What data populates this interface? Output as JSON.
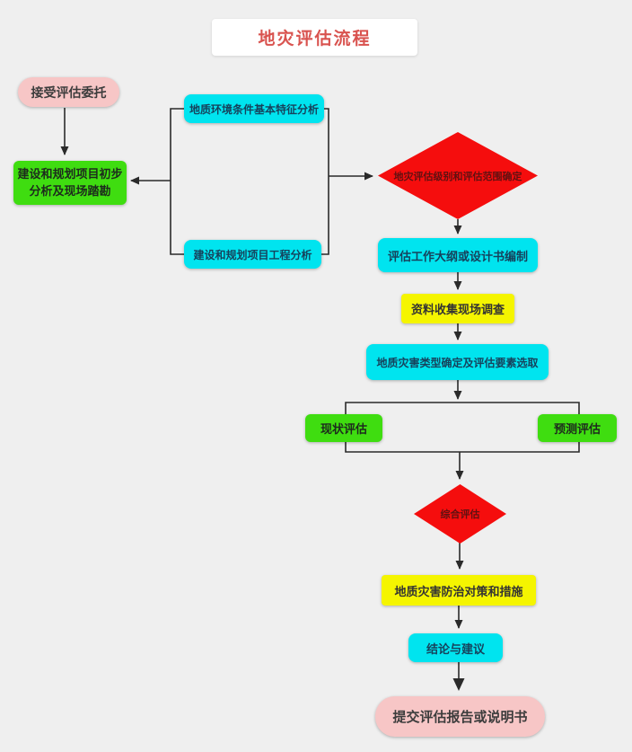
{
  "title": "地灾评估流程",
  "nodes": {
    "start": "接受评估委托",
    "initial_analysis": "建设和规划项目初步分析及现场踏勘",
    "geo_env_analysis": "地质环境条件基本特征分析",
    "project_engineering_analysis": "建设和规划项目工程分析",
    "level_scope_decision": "地灾评估级别和评估范围确定",
    "work_outline": "评估工作大纲或设计书编制",
    "data_collection": "资料收集现场调查",
    "hazard_type_selection": "地质灾害类型确定及评估要素选取",
    "current_assessment": "现状评估",
    "prediction_assessment": "预测评估",
    "comprehensive_assessment": "综合评估",
    "prevention_measures": "地质灾害防治对策和措施",
    "conclusion": "结论与建议",
    "end": "提交评估报告或说明书"
  },
  "colors": {
    "background": "#efefef",
    "terminal_pink": "#f7c6c6",
    "process_green": "#3fdd10",
    "process_cyan": "#00e4ef",
    "process_yellow": "#f5f500",
    "decision_red": "#f50d0d",
    "connector": "#2a2a2a",
    "title_red": "#d9534f"
  }
}
